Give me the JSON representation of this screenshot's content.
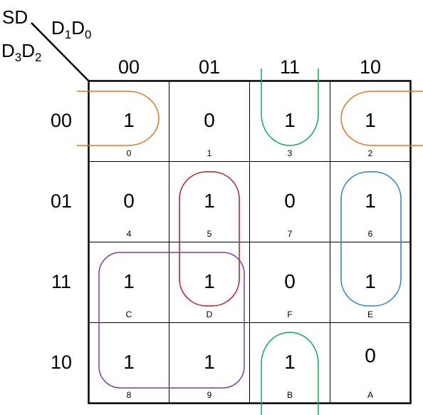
{
  "corner": {
    "top_label": "SD",
    "col_var_a": "D",
    "col_var_a_sub": "1",
    "col_var_b": "D",
    "col_var_b_sub": "0",
    "row_var_a": "D",
    "row_var_a_sub": "3",
    "row_var_b": "D",
    "row_var_b_sub": "2"
  },
  "columns": [
    "00",
    "01",
    "11",
    "10"
  ],
  "rows": [
    "00",
    "01",
    "11",
    "10"
  ],
  "cells": [
    [
      {
        "value": "1",
        "index": "0"
      },
      {
        "value": "0",
        "index": "1"
      },
      {
        "value": "1",
        "index": "3"
      },
      {
        "value": "1",
        "index": "2"
      }
    ],
    [
      {
        "value": "0",
        "index": "4"
      },
      {
        "value": "1",
        "index": "5"
      },
      {
        "value": "0",
        "index": "7"
      },
      {
        "value": "1",
        "index": "6"
      }
    ],
    [
      {
        "value": "1",
        "index": "C"
      },
      {
        "value": "1",
        "index": "D"
      },
      {
        "value": "0",
        "index": "F"
      },
      {
        "value": "1",
        "index": "E"
      }
    ],
    [
      {
        "value": "1",
        "index": "8"
      },
      {
        "value": "1",
        "index": "9"
      },
      {
        "value": "1",
        "index": "B"
      },
      {
        "value": "0",
        "index": "A"
      }
    ]
  ],
  "group_colors": {
    "orange": "#d9782a",
    "green": "#1aa657",
    "red": "#b01e23",
    "blue": "#2a7fbf",
    "purple": "#7a3fa0"
  }
}
